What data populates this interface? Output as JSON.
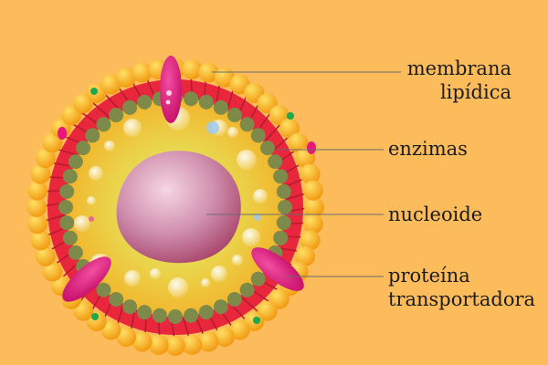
{
  "colors": {
    "background": "#FDBC5C",
    "lipid_head": "#F7B419",
    "lipid_head_highlight": "#FFD23F",
    "lipid_tail": "#E8273C",
    "inner_heads": "#7E8A4A",
    "cytoplasm": "#F3C93A",
    "cytoplasm_inner": "#E6DF6A",
    "nucleoid": "#B9567A",
    "nucleoid_highlight": "#F0C9D9",
    "protein": "#E8157E",
    "enzyme_green": "#1FA84F",
    "leader_line": "#6b6b6b"
  },
  "labels": {
    "membrane_line1": "membrana",
    "membrane_line2": "lipídica",
    "enzymes": "enzimas",
    "nucleoid": "nucleoide",
    "protein_line1": "proteína",
    "protein_line2": "transportadora"
  }
}
